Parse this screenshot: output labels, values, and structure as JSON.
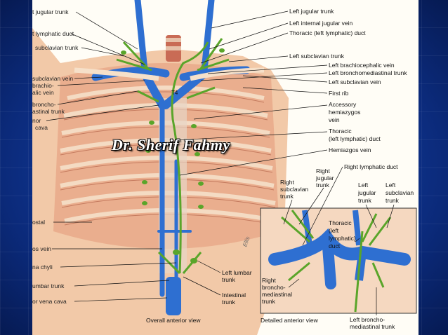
{
  "labels_left": {
    "l1": "t jugular trunk",
    "l2": "t lymphatic duct",
    "l3": "subclavian trunk",
    "l4": "subclavian vein",
    "l5": "brachio-",
    "l6": "alic vein",
    "l7": "broncho-",
    "l8": "astinal trunk",
    "l9": "nor",
    "l10": "cava",
    "l11": "ostal",
    "l12": "os vein",
    "l13": "na chyli",
    "l14": "umbar trunk",
    "l15": "or vena cava"
  },
  "labels_right": {
    "r1": "Left jugular trunk",
    "r2": "Left internal jugular vein",
    "r3": "Thoracic (left lymphatic) duct",
    "r4": "Left subclavian trunk",
    "r5": "Left brachiocephalic vein",
    "r6": "Left bronchomediastinal trunk",
    "r7": "Left subclavian vein",
    "r8": "First rib",
    "r9a": "Accessory",
    "r9b": "hemiazygos",
    "r9c": "vein",
    "r10a": "Thoracic",
    "r10b": "(left lymphatic) duct",
    "r11": "Hemiazgos vein"
  },
  "labels_detail": {
    "d1": "Right lymphatic duct",
    "d2a": "Right",
    "d2b": "jugular",
    "d2c": "trunk",
    "d3a": "Right",
    "d3b": "subclavian",
    "d3c": "trunk",
    "d4a": "Left",
    "d4b": "jugular",
    "d4c": "trunk",
    "d5a": "Left",
    "d5b": "subclavian",
    "d5c": "trunk",
    "d6a": "Thoracic",
    "d6b": "(left",
    "d6c": "lymphatic)",
    "d6d": "duct",
    "d7a": "Right",
    "d7b": "broncho-",
    "d7c": "mediastinal",
    "d7d": "trunk",
    "d8a": "Left broncho-",
    "d8b": "mediastinal trunk"
  },
  "labels_lower": {
    "m1a": "Left lumbar",
    "m1b": "trunk",
    "m2a": "Intestinal",
    "m2b": "trunk",
    "t4": "T4",
    "ellis": "Ellis"
  },
  "captions": {
    "overall": "Overall anterior view",
    "detailed": "Detailed anterior view"
  },
  "watermark": "Dr. Sherif Fahmy",
  "colors": {
    "vein": "#2e6fd1",
    "lymph": "#5aa52a",
    "rib": "#e8b08a",
    "background": "#0b2a7a"
  }
}
